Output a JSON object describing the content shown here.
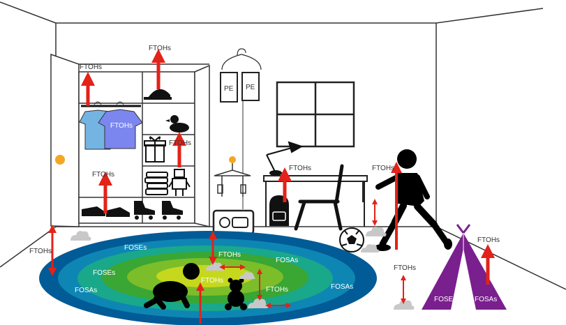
{
  "labels": {
    "ftohs": "FTOHs",
    "fosas": "FOSAs",
    "foses": "FOSEs",
    "pe": "PE"
  },
  "colors": {
    "arrow": "#e32219",
    "rug_ring_1": "#005b96",
    "rug_ring_2": "#0e86b4",
    "rug_ring_3": "#1aa88a",
    "rug_ring_4": "#3aa633",
    "rug_ring_5": "#7cbd2a",
    "rug_center": "#c5d81e",
    "tent": "#7a1f8e",
    "shirt_light": "#74b4e3",
    "shirt_violet": "#7b86ef",
    "knob": "#f5a623",
    "silhouette": "#000000",
    "dust_cloud": "#c8c8c8"
  },
  "icons": [
    "wardrobe-icon",
    "shirt-icon",
    "cap-icon",
    "rubber-duck-icon",
    "gift-box-icon",
    "books-icon",
    "robot-toy-icon",
    "sneakers-icon",
    "roller-skates-icon",
    "hanger-icon",
    "raincoat-hanger-icon",
    "radio-icon",
    "backpack-icon",
    "desk-lamp-icon",
    "desk-icon",
    "chair-icon",
    "window-icon",
    "soccer-ball-icon",
    "running-child-icon",
    "crawling-baby-icon",
    "teddy-bear-icon",
    "play-tent-icon",
    "dust-cloud-icon"
  ]
}
